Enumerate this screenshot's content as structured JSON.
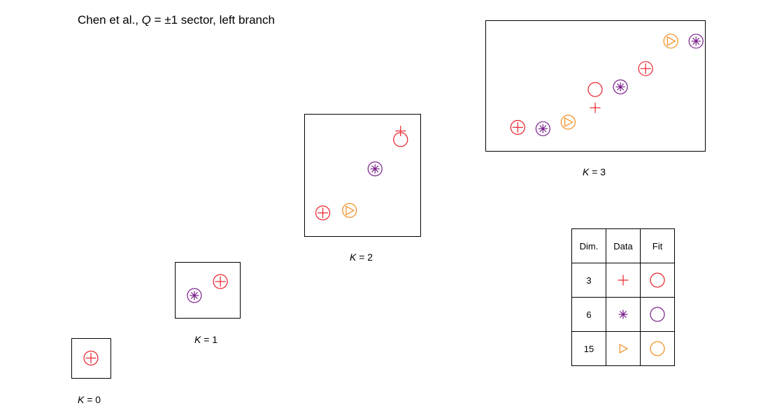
{
  "title": {
    "prefix": "Chen et al., ",
    "var": "Q",
    "suffix": " = ±1 sector, left branch"
  },
  "chart_data": {
    "type": "scatter",
    "colors": {
      "3": "#e8202a",
      "6": "#7a1e8a",
      "15": "#f28c1c"
    },
    "legend": {
      "headers": [
        "Dim.",
        "Data",
        "Fit"
      ],
      "rows": [
        {
          "dim": "3",
          "data_marker": "plus",
          "fit_marker": "circle",
          "color": "#e8202a"
        },
        {
          "dim": "6",
          "data_marker": "asterisk",
          "fit_marker": "circle",
          "color": "#7a1e8a"
        },
        {
          "dim": "15",
          "data_marker": "triangle-right",
          "fit_marker": "circle",
          "color": "#f28c1c"
        }
      ]
    },
    "panels": [
      {
        "label_var": "K",
        "label_rest": " = 0",
        "points": [
          {
            "dim": "3",
            "x": 0.5,
            "y": 0.5,
            "data": true,
            "fit": true
          }
        ]
      },
      {
        "label_var": "K",
        "label_rest": " = 1",
        "points": [
          {
            "dim": "6",
            "x": 0.3,
            "y": 0.4,
            "data": true,
            "fit": true
          },
          {
            "dim": "3",
            "x": 0.7,
            "y": 0.65,
            "data": true,
            "fit": true
          }
        ]
      },
      {
        "label_var": "K",
        "label_rest": " = 2",
        "points": [
          {
            "dim": "3",
            "x": 0.16,
            "y": 0.19,
            "data": true,
            "fit": true
          },
          {
            "dim": "15",
            "x": 0.39,
            "y": 0.21,
            "data": true,
            "fit": true
          },
          {
            "dim": "6",
            "x": 0.61,
            "y": 0.55,
            "data": true,
            "fit": true
          },
          {
            "dim": "3",
            "x": 0.83,
            "y": 0.83,
            "data": true,
            "fit": false,
            "dy": 0.03
          },
          {
            "dim": "3",
            "x": 0.83,
            "y": 0.79,
            "data": false,
            "fit": true
          }
        ]
      },
      {
        "label_var": "K",
        "label_rest": " = 3",
        "points": [
          {
            "dim": "3",
            "x": 0.11,
            "y": 0.18,
            "data": true,
            "fit": true
          },
          {
            "dim": "6",
            "x": 0.25,
            "y": 0.17,
            "data": true,
            "fit": true
          },
          {
            "dim": "15",
            "x": 0.39,
            "y": 0.22,
            "data": true,
            "fit": true
          },
          {
            "dim": "3",
            "x": 0.54,
            "y": 0.33,
            "data": true,
            "fit": false
          },
          {
            "dim": "3",
            "x": 0.54,
            "y": 0.47,
            "data": false,
            "fit": true
          },
          {
            "dim": "6",
            "x": 0.68,
            "y": 0.49,
            "data": true,
            "fit": true
          },
          {
            "dim": "3",
            "x": 0.82,
            "y": 0.63,
            "data": true,
            "fit": true
          },
          {
            "dim": "15",
            "x": 0.96,
            "y": 0.84,
            "data": true,
            "fit": true
          },
          {
            "dim": "6",
            "x": 1.1,
            "y": 0.84,
            "data": true,
            "fit": true
          }
        ]
      }
    ]
  }
}
